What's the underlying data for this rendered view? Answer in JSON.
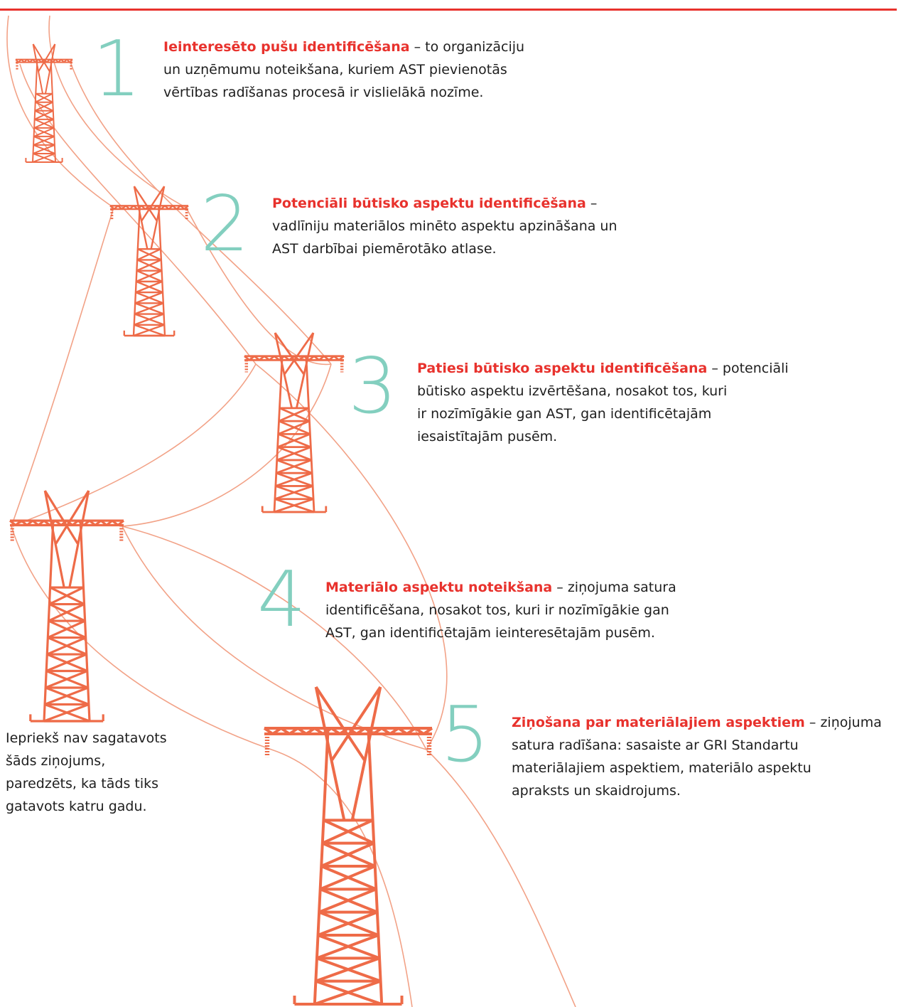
{
  "accent_color": "#e8322d",
  "number_color": "#83cfbf",
  "tower_color": "#ee6b48",
  "wire_color": "#f2a287",
  "steps": [
    {
      "number": "1",
      "highlight": "Ieinteresēto pušu identificēšana",
      "separator": " – ",
      "lines": [
        "to organizāciju",
        "un uzņēmumu noteikšana, kuriem AST pievienotās",
        "vērtības radīšanas procesā ir vislielākā nozīme."
      ]
    },
    {
      "number": "2",
      "highlight": "Potenciāli būtisko aspektu identificēšana",
      "separator": " –",
      "lines": [
        "",
        "vadlīniju materiālos minēto aspektu apzināšana un",
        "AST darbībai piemērotāko atlase."
      ]
    },
    {
      "number": "3",
      "highlight": "Patiesi būtisko aspektu identificēšana",
      "separator": " – ",
      "lines": [
        "potenciāli",
        "būtisko aspektu izvērtēšana, nosakot tos, kuri",
        "ir nozīmīgākie gan AST, gan identificētajām",
        "iesaistītajām pusēm."
      ]
    },
    {
      "number": "4",
      "highlight": "Materiālo aspektu noteikšana",
      "separator": " – ",
      "lines": [
        "ziņojuma satura",
        "identificēšana, nosakot tos, kuri ir nozīmīgākie gan",
        "AST, gan identificētajām ieinteresētajām pusēm."
      ]
    },
    {
      "number": "5",
      "highlight": "Ziņošana par materiālajiem aspektiem",
      "separator": " – ",
      "lines": [
        "ziņojuma",
        "satura radīšana: sasaiste ar GRI Standartu",
        "materiālajiem aspektiem, materiālo aspektu",
        "apraksts un skaidrojums."
      ]
    }
  ],
  "side_note": [
    "Iepriekš nav sagatavots",
    "šāds ziņojums,",
    "paredzēts, ka tāds tiks",
    "gatavots katru gadu."
  ]
}
